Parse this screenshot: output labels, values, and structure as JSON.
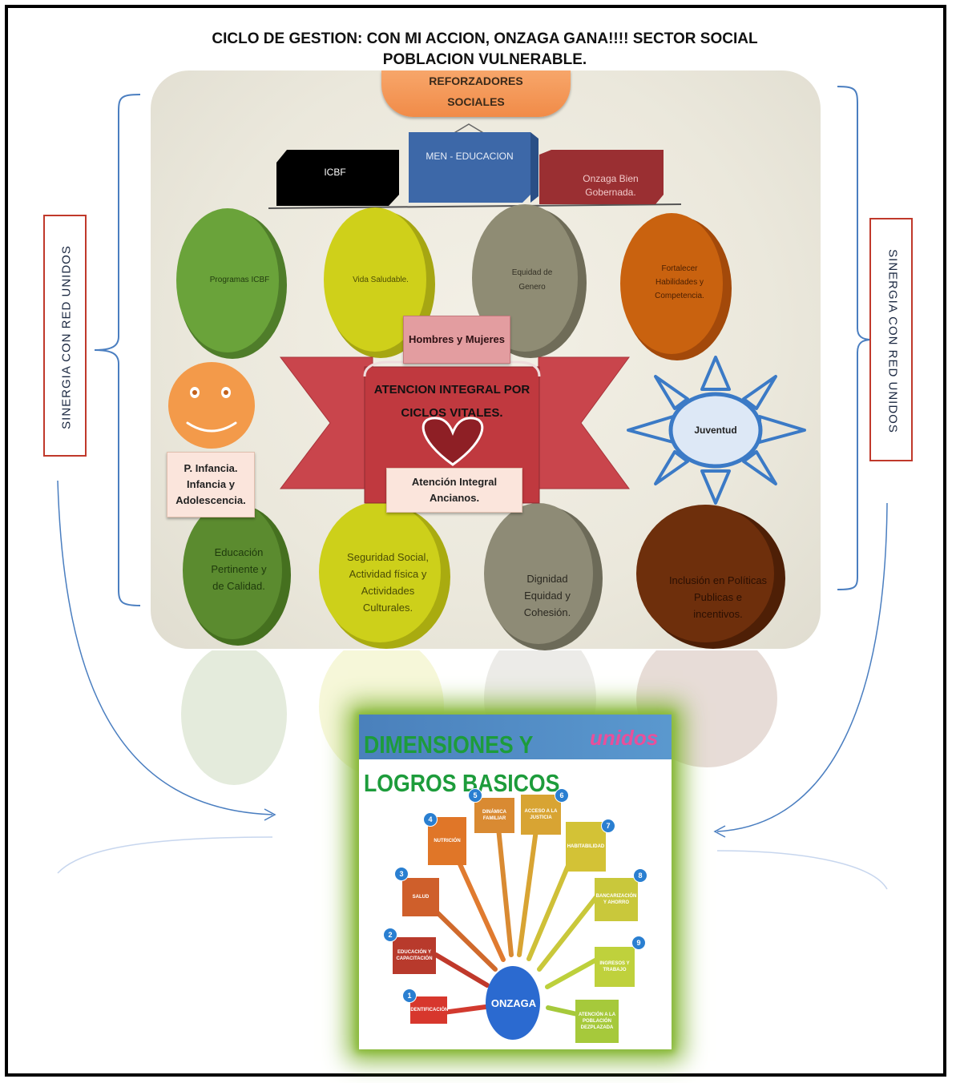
{
  "title": {
    "line1": "CICLO DE GESTION: CON MI ACCION, ONZAGA GANA!!!! SECTOR SOCIAL",
    "line2": "POBLACION VULNERABLE."
  },
  "side_labels": {
    "left": "SINERGIA CON RED UNIDOS",
    "right": "SINERGIA CON RED UNIDOS"
  },
  "top_box": {
    "line1": "REFORZADORES",
    "line2": "SOCIALES"
  },
  "institutions": {
    "icbf": "ICBF",
    "men": "MEN - EDUCACION",
    "onzaga": "Onzaga Bien Gobernada."
  },
  "circles_top": [
    {
      "label": "Programas ICBF",
      "color": "#6aa33a"
    },
    {
      "label": "Vida Saludable.",
      "color": "#cfd01a"
    },
    {
      "label": "Equidad de Genero",
      "color": "#8f8c74"
    },
    {
      "label": "Fortalecer Habilidades y Competencia.",
      "color": "#c9620f"
    }
  ],
  "circles_bottom": [
    {
      "label": "Educación Pertinente y de Calidad.",
      "color": "#5b8b2f"
    },
    {
      "label": "Seguridad Social, Actividad física y Actividades Culturales.",
      "color": "#cdd01a"
    },
    {
      "label": "Dignidad Equidad y Cohesión.",
      "color": "#8e8b76"
    },
    {
      "label": "Inclusión en Políticas Publicas e incentivos.",
      "color": "#6e2f0c"
    }
  ],
  "center": {
    "banner": "ATENCION INTEGRAL POR CICLOS VITALES.",
    "hombres": "Hombres y Mujeres",
    "ancianos": "Atención Integral Ancianos.",
    "infancia": "P. Infancia. Infancia y Adolescencia.",
    "juventud": "Juventud"
  },
  "photo": {
    "title_line1": "DIMENSIONES Y",
    "title_line2": "LOGROS BASICOS",
    "logo": "unidos",
    "center": "ONZAGA",
    "nodes": [
      {
        "n": "1",
        "label": "IDENTIFICACIÓN"
      },
      {
        "n": "2",
        "label": "EDUCACIÓN Y CAPACITACIÓN"
      },
      {
        "n": "3",
        "label": "SALUD"
      },
      {
        "n": "4",
        "label": "NUTRICIÓN"
      },
      {
        "n": "5",
        "label": "DINÁMICA FAMILIAR"
      },
      {
        "n": "6",
        "label": "ACCESO A LA JUSTICIA"
      },
      {
        "n": "7",
        "label": "HABITABILIDAD"
      },
      {
        "n": "8",
        "label": "BANCARIZACIÓN Y AHORRO"
      },
      {
        "n": "9",
        "label": "INGRESOS Y TRABAJO"
      },
      {
        "n": "",
        "label": "ATENCIÓN A LA POBLACIÓN DEZPLAZADA"
      }
    ]
  }
}
